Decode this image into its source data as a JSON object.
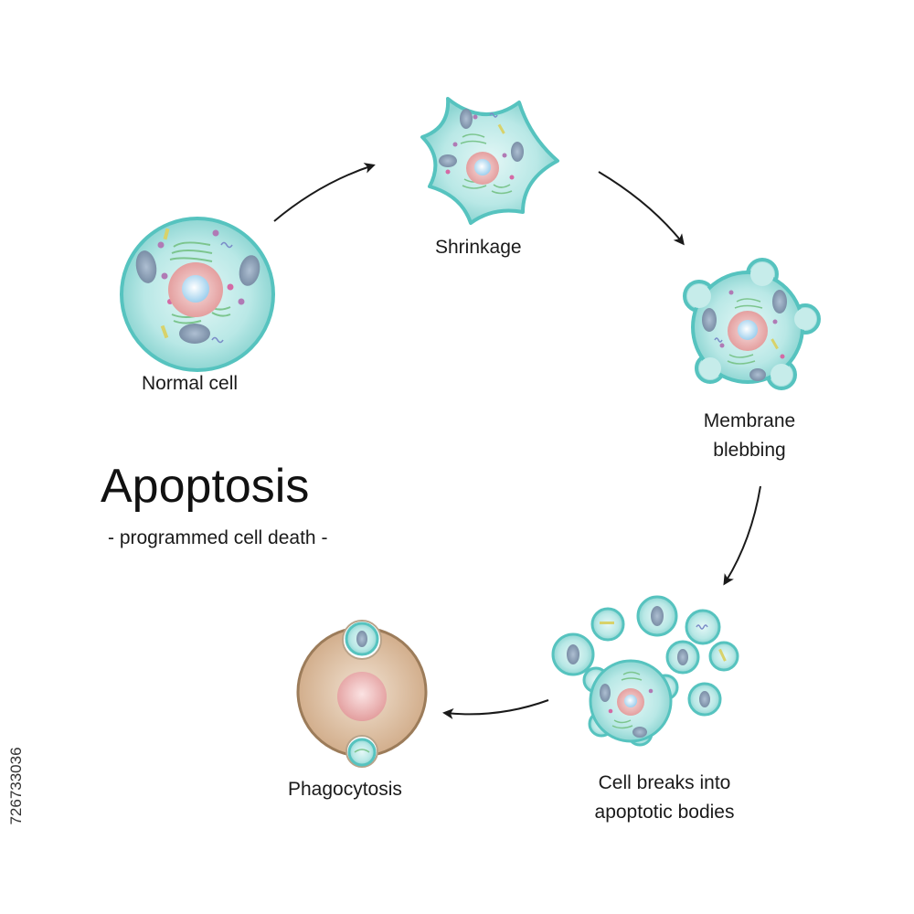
{
  "title": "Apoptosis",
  "subtitle": "- programmed cell death -",
  "stages": {
    "normal_cell": "Normal cell",
    "shrinkage": "Shrinkage",
    "membrane_blebbing_line1": "Membrane",
    "membrane_blebbing_line2": "blebbing",
    "apoptotic_bodies_line1": "Cell breaks into",
    "apoptotic_bodies_line2": "apoptotic bodies",
    "phagocytosis": "Phagocytosis"
  },
  "stock_id": "726733036",
  "colors": {
    "cell_fill": "#aee4e2",
    "cell_border": "#56c3bf",
    "nucleus": "#e9a9a9",
    "nucleolus": "#cfe8f8",
    "phagocyte_fill": "#d9b99a",
    "phagocyte_border": "#9c7c5a",
    "arrow": "#1a1a1a"
  }
}
